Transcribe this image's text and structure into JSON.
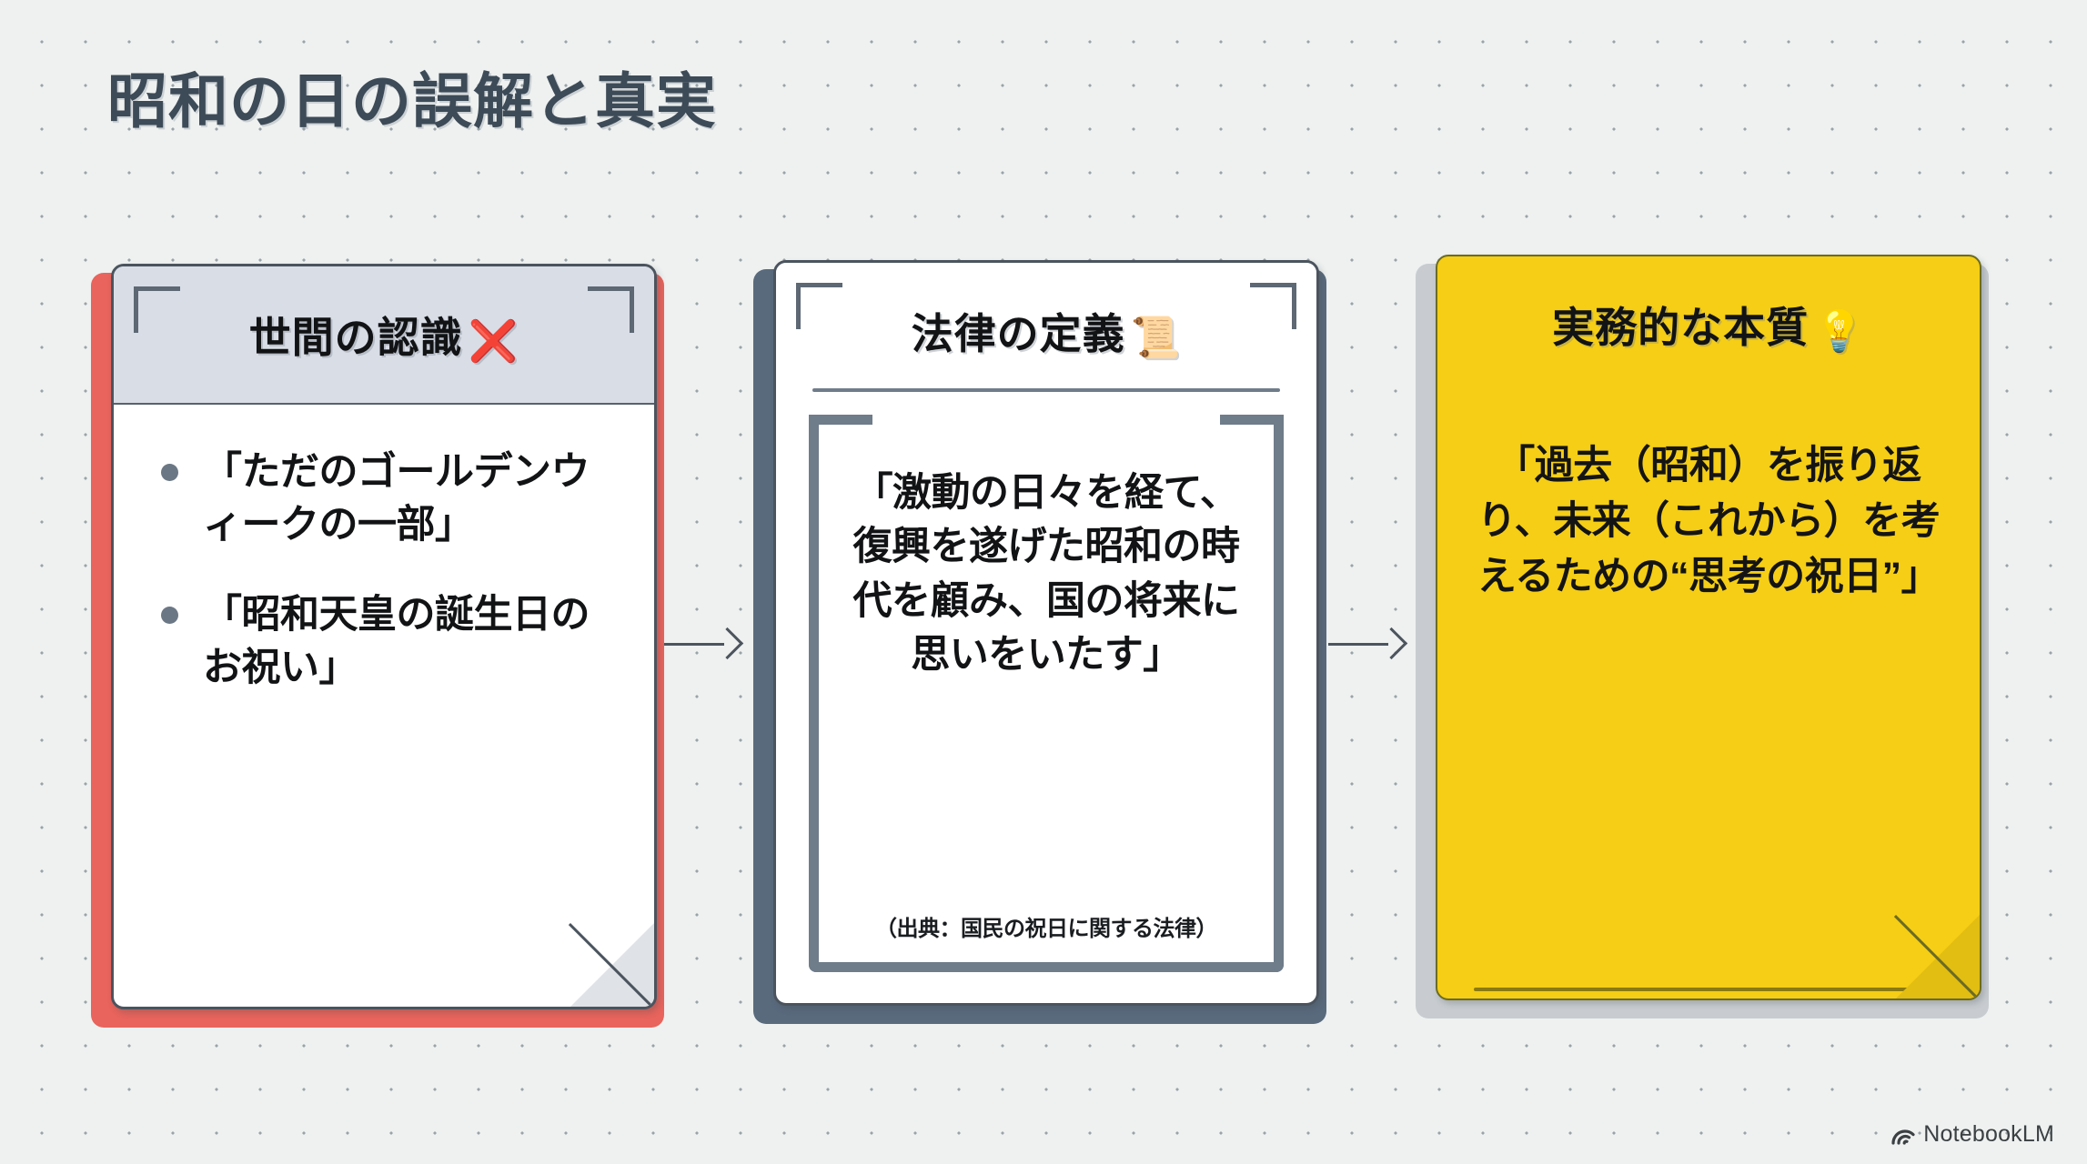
{
  "page": {
    "title": "昭和の日の誤解と真実",
    "background_color": "#eef1f0",
    "title_color": "#3d4a57"
  },
  "cards": [
    {
      "id": "card1",
      "header_title": "世間の認識",
      "header_emoji": "❌",
      "header_emoji_name": "cross-mark-icon",
      "header_bg_color": "#d9dde6",
      "accent_color": "#e8645c",
      "body_type": "bullet-list",
      "bullets": [
        "「ただのゴールデンウィークの一部」",
        "「昭和天皇の誕生日のお祝い」"
      ]
    },
    {
      "id": "card2",
      "header_title": "法律の定義",
      "header_emoji": "📜",
      "header_emoji_name": "scroll-icon",
      "header_bg_color": "#ffffff",
      "accent_color": "#5a6a7d",
      "body_type": "quote",
      "quote": "「激動の日々を経て、復興を遂げた昭和の時代を顧み、国の将来に思いをいたす」",
      "source": "（出典：国民の祝日に関する法律）"
    },
    {
      "id": "card3",
      "header_title": "実務的な本質",
      "header_emoji": "💡",
      "header_emoji_name": "light-bulb-icon",
      "header_bg_color": "#F5CE15",
      "accent_color": "#F5CE15",
      "body_type": "statement",
      "statement": "「過去（昭和）を振り返り、未来（これから）を考えるための“思考の祝日”」"
    }
  ],
  "connectors": [
    {
      "name": "arrow-card1-to-card2",
      "glyph": "→"
    },
    {
      "name": "arrow-card2-to-card3",
      "glyph": "→"
    }
  ],
  "footer": {
    "brand_name": "NotebookLM",
    "brand_icon": "notebooklm-logo"
  }
}
